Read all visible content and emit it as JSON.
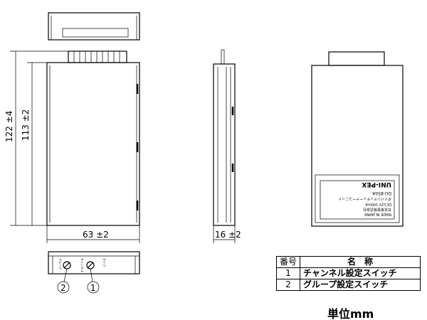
{
  "dimensions": {
    "total_height": "122 ±4",
    "body_height": "113 ±2",
    "width": "63 ±2",
    "depth": "16 ±2"
  },
  "callouts": [
    "1",
    "2"
  ],
  "knob_labels": {
    "group": "グループ",
    "channel": "チャンネル",
    "type": "タイプ"
  },
  "nameplate": {
    "brand": "UNI-PEX",
    "model": "DU-850A",
    "desc": "ダイバシティチューナーユニット",
    "rating": "DC12V 100mA",
    "maker": "日本電音株式会社",
    "origin": "MADE IN JAPAN"
  },
  "parts_table": {
    "headers": [
      "番号",
      "名　称"
    ],
    "rows": [
      [
        "1",
        "チャンネル設定スイッチ"
      ],
      [
        "2",
        "グループ設定スイッチ"
      ]
    ]
  },
  "unit_label": "単位mm"
}
